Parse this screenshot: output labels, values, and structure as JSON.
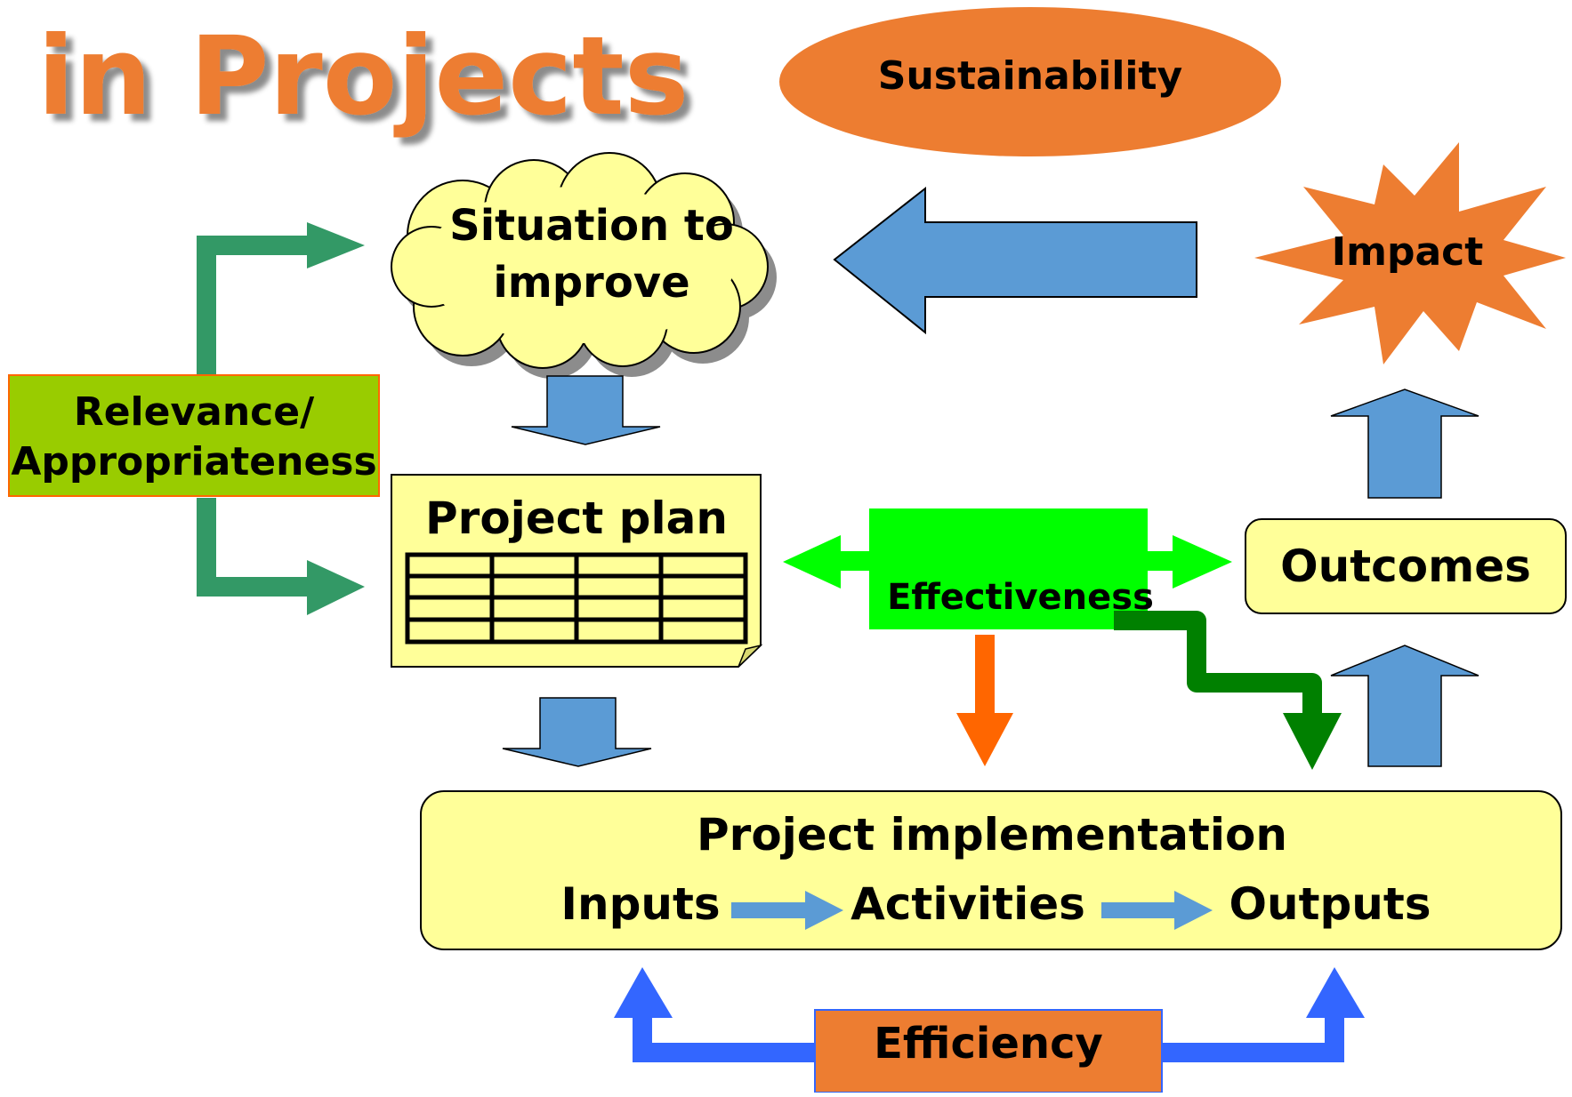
{
  "title": "in Projects",
  "nodes": {
    "sustainability": "Sustainability",
    "situation_line1": "Situation to",
    "situation_line2": "improve",
    "impact": "Impact",
    "relevance_line1": "Relevance/",
    "relevance_line2": "Appropriateness",
    "project_plan": "Project plan",
    "effectiveness": "Effectiveness",
    "outcomes": "Outcomes",
    "implementation_title": "Project implementation",
    "inputs": "Inputs",
    "activities": "Activities",
    "outputs": "Outputs",
    "efficiency": "Efficiency"
  },
  "colors": {
    "orange": "#ED7D31",
    "blue_arrow": "#5B9BD5",
    "light_yellow": "#FFFF99",
    "teal_green": "#339966",
    "bright_green": "#00FF00",
    "lime_green": "#99CC00",
    "dark_green": "#008000",
    "orange_red": "#FF6600",
    "efficiency_blue": "#3366FF"
  }
}
